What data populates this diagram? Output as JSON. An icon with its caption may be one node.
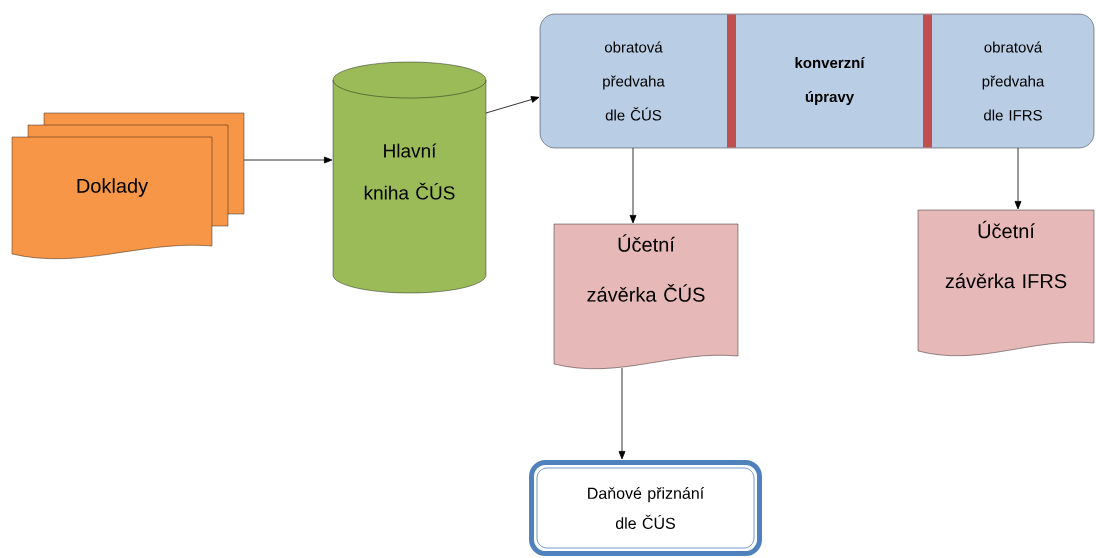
{
  "diagram": {
    "nodes": [
      {
        "text": [
          "Doklady"
        ]
      },
      {
        "text": [
          "Hlavní kniha ČÚS"
        ]
      },
      {
        "text": [],
        "shape": "box"
      },
      {
        "text": [
          "obratová předvaha dle ČÚS"
        ],
        "in": 2
      },
      {
        "text": [
          "konverzní úpravy"
        ],
        "in": 2
      },
      {
        "text": [
          "obratová předvaha dle IFRS"
        ],
        "in": 2
      },
      {
        "text": [
          "Účetní závěrka ČÚS"
        ]
      },
      {
        "text": [
          "Účetní závěrka IFRS"
        ]
      },
      {
        "text": [
          "Daňové přiznání dle ČÚS"
        ]
      }
    ],
    "edges": [
      {
        "from": 0,
        "to": 1,
        "arrow": "to"
      },
      {
        "from": 1,
        "to": 2,
        "arrow": "to"
      },
      {
        "from": 3,
        "to": 6,
        "arrow": "to"
      },
      {
        "from": 5,
        "to": 7,
        "arrow": "to"
      },
      {
        "from": 6,
        "to": 8,
        "arrow": "to"
      }
    ]
  }
}
